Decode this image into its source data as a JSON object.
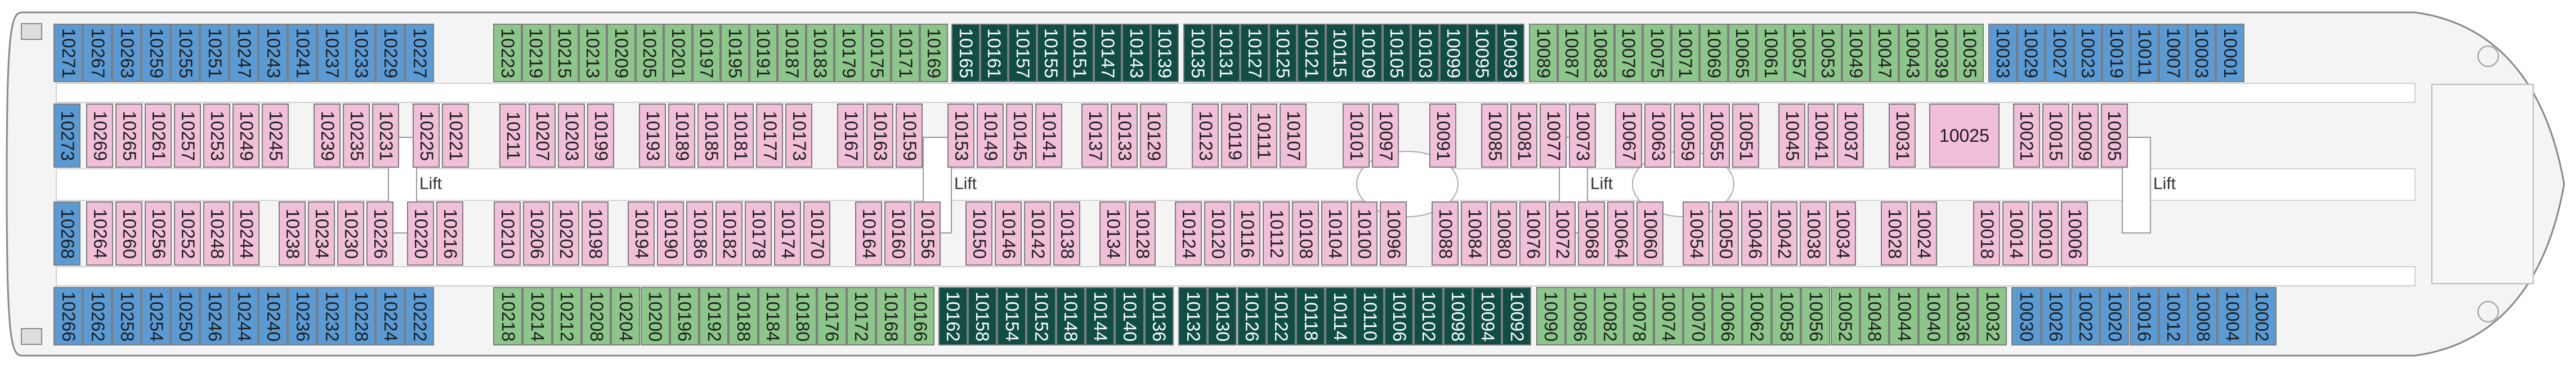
{
  "colors": {
    "blue": "#5b9bd5",
    "green": "#8dc68a",
    "pink": "#f2bfd9",
    "dark": "#0f4d45",
    "hull": "#f4f4f4",
    "line": "#7d7d7d"
  },
  "labels": {
    "lift": "Lift"
  },
  "sections": [
    {
      "name": "aft-port",
      "top": [
        {
          "n": "10271",
          "c": "blue"
        },
        {
          "n": "10267",
          "c": "blue",
          "a": true
        },
        {
          "n": "10263",
          "c": "blue"
        },
        {
          "n": "10259",
          "c": "blue"
        },
        {
          "n": "10255",
          "c": "blue"
        },
        {
          "n": "10251",
          "c": "blue"
        },
        {
          "n": "10247",
          "c": "blue"
        },
        {
          "n": "10243",
          "c": "blue"
        },
        {
          "n": "10241",
          "c": "blue"
        },
        {
          "n": "10237",
          "c": "blue"
        },
        {
          "n": "10233",
          "c": "blue"
        },
        {
          "n": "10229",
          "c": "blue",
          "a": true
        },
        {
          "n": "10227",
          "c": "blue"
        }
      ],
      "bottom": [
        {
          "n": "10266",
          "c": "blue"
        },
        {
          "n": "10262",
          "c": "blue",
          "a": true
        },
        {
          "n": "10258",
          "c": "blue"
        },
        {
          "n": "10254",
          "c": "blue"
        },
        {
          "n": "10250",
          "c": "blue"
        },
        {
          "n": "10246",
          "c": "blue"
        },
        {
          "n": "10244",
          "c": "blue"
        },
        {
          "n": "10240",
          "c": "blue"
        },
        {
          "n": "10236",
          "c": "blue"
        },
        {
          "n": "10232",
          "c": "blue"
        },
        {
          "n": "10228",
          "c": "blue"
        },
        {
          "n": "10224",
          "c": "blue"
        },
        {
          "n": "10222",
          "c": "blue"
        }
      ]
    }
  ],
  "top_balconies": [
    {
      "n": "10223",
      "c": "green"
    },
    {
      "n": "10219",
      "c": "green"
    },
    {
      "n": "10215",
      "c": "green"
    },
    {
      "n": "10213",
      "c": "green"
    },
    {
      "n": "10209",
      "c": "green"
    },
    {
      "n": "10205",
      "c": "green"
    },
    {
      "n": "10201",
      "c": "green"
    },
    {
      "n": "10197",
      "c": "green"
    },
    {
      "n": "10195",
      "c": "green"
    },
    {
      "n": "10191",
      "c": "green"
    },
    {
      "n": "10187",
      "c": "green"
    },
    {
      "n": "10183",
      "c": "green"
    },
    {
      "n": "10179",
      "c": "green"
    },
    {
      "n": "10175",
      "c": "green"
    },
    {
      "n": "10171",
      "c": "green"
    },
    {
      "n": "10169",
      "c": "green"
    },
    {
      "n": "10165",
      "c": "dark",
      "a": true
    },
    {
      "n": "10161",
      "c": "dark",
      "a": true
    },
    {
      "n": "10157",
      "c": "dark",
      "a": true
    },
    {
      "n": "10155",
      "c": "dark",
      "a": true
    },
    {
      "n": "10151",
      "c": "dark",
      "a": true
    },
    {
      "n": "10147",
      "c": "dark",
      "a": true
    },
    {
      "n": "10143",
      "c": "dark",
      "a": true
    },
    {
      "n": "10139",
      "c": "dark",
      "a": true
    },
    {
      "n": "10135",
      "c": "dark"
    },
    {
      "n": "10131",
      "c": "dark"
    },
    {
      "n": "10127",
      "c": "dark"
    },
    {
      "n": "10125",
      "c": "dark"
    },
    {
      "n": "10121",
      "c": "dark"
    },
    {
      "n": "10115",
      "c": "dark"
    },
    {
      "n": "10109",
      "c": "dark"
    },
    {
      "n": "10105",
      "c": "dark"
    },
    {
      "n": "10103",
      "c": "dark"
    },
    {
      "n": "10099",
      "c": "dark"
    },
    {
      "n": "10095",
      "c": "dark"
    },
    {
      "n": "10093",
      "c": "dark"
    },
    {
      "n": "10089",
      "c": "green"
    },
    {
      "n": "10087",
      "c": "green"
    },
    {
      "n": "10083",
      "c": "green"
    },
    {
      "n": "10079",
      "c": "green"
    },
    {
      "n": "10075",
      "c": "green"
    },
    {
      "n": "10071",
      "c": "green"
    },
    {
      "n": "10069",
      "c": "green"
    },
    {
      "n": "10065",
      "c": "green"
    },
    {
      "n": "10061",
      "c": "green"
    },
    {
      "n": "10057",
      "c": "green"
    },
    {
      "n": "10053",
      "c": "green"
    },
    {
      "n": "10049",
      "c": "green"
    },
    {
      "n": "10047",
      "c": "green"
    },
    {
      "n": "10043",
      "c": "green"
    },
    {
      "n": "10039",
      "c": "green"
    },
    {
      "n": "10035",
      "c": "green"
    },
    {
      "n": "10033",
      "c": "blue"
    },
    {
      "n": "10029",
      "c": "blue"
    },
    {
      "n": "10027",
      "c": "blue"
    },
    {
      "n": "10023",
      "c": "blue"
    },
    {
      "n": "10019",
      "c": "blue"
    },
    {
      "n": "10011",
      "c": "blue",
      "a": true
    },
    {
      "n": "10007",
      "c": "blue",
      "a": true
    },
    {
      "n": "10003",
      "c": "blue"
    },
    {
      "n": "10001",
      "c": "blue"
    }
  ],
  "bottom_balconies": [
    {
      "n": "10218",
      "c": "green"
    },
    {
      "n": "10214",
      "c": "green"
    },
    {
      "n": "10212",
      "c": "green"
    },
    {
      "n": "10208",
      "c": "green"
    },
    {
      "n": "10204",
      "c": "green"
    },
    {
      "n": "10200",
      "c": "green"
    },
    {
      "n": "10196",
      "c": "green"
    },
    {
      "n": "10192",
      "c": "green"
    },
    {
      "n": "10188",
      "c": "green"
    },
    {
      "n": "10184",
      "c": "green"
    },
    {
      "n": "10180",
      "c": "green"
    },
    {
      "n": "10176",
      "c": "green"
    },
    {
      "n": "10172",
      "c": "green"
    },
    {
      "n": "10168",
      "c": "green"
    },
    {
      "n": "10166",
      "c": "green"
    },
    {
      "n": "10162",
      "c": "dark",
      "a": true
    },
    {
      "n": "10158",
      "c": "dark",
      "a": true
    },
    {
      "n": "10154",
      "c": "dark",
      "a": true
    },
    {
      "n": "10152",
      "c": "dark",
      "a": true
    },
    {
      "n": "10148",
      "c": "dark",
      "a": true
    },
    {
      "n": "10144",
      "c": "dark",
      "a": true
    },
    {
      "n": "10140",
      "c": "dark",
      "a": true
    },
    {
      "n": "10136",
      "c": "dark",
      "a": true
    },
    {
      "n": "10132",
      "c": "dark"
    },
    {
      "n": "10130",
      "c": "dark"
    },
    {
      "n": "10126",
      "c": "dark"
    },
    {
      "n": "10122",
      "c": "dark"
    },
    {
      "n": "10118",
      "c": "dark"
    },
    {
      "n": "10114",
      "c": "dark"
    },
    {
      "n": "10110",
      "c": "dark"
    },
    {
      "n": "10106",
      "c": "dark"
    },
    {
      "n": "10102",
      "c": "dark"
    },
    {
      "n": "10098",
      "c": "dark"
    },
    {
      "n": "10094",
      "c": "dark"
    },
    {
      "n": "10092",
      "c": "dark"
    },
    {
      "n": "10090",
      "c": "green"
    },
    {
      "n": "10086",
      "c": "green"
    },
    {
      "n": "10082",
      "c": "green"
    },
    {
      "n": "10078",
      "c": "green"
    },
    {
      "n": "10074",
      "c": "green"
    },
    {
      "n": "10070",
      "c": "green"
    },
    {
      "n": "10066",
      "c": "green"
    },
    {
      "n": "10062",
      "c": "green"
    },
    {
      "n": "10058",
      "c": "green"
    },
    {
      "n": "10056",
      "c": "green"
    },
    {
      "n": "10052",
      "c": "green"
    },
    {
      "n": "10048",
      "c": "green"
    },
    {
      "n": "10044",
      "c": "green"
    },
    {
      "n": "10040",
      "c": "green"
    },
    {
      "n": "10036",
      "c": "green"
    },
    {
      "n": "10032",
      "c": "green"
    },
    {
      "n": "10030",
      "c": "blue"
    },
    {
      "n": "10026",
      "c": "blue"
    },
    {
      "n": "10022",
      "c": "blue"
    },
    {
      "n": "10020",
      "c": "blue"
    },
    {
      "n": "10016",
      "c": "blue"
    },
    {
      "n": "10012",
      "c": "blue"
    },
    {
      "n": "10008",
      "c": "blue"
    },
    {
      "n": "10004",
      "c": "blue"
    },
    {
      "n": "10002",
      "c": "blue"
    }
  ],
  "inner_top": [
    {
      "n": "10273",
      "c": "blue"
    },
    {
      "n": "10269",
      "c": "pink"
    },
    {
      "n": "10265",
      "c": "pink"
    },
    {
      "n": "10261",
      "c": "pink"
    },
    {
      "n": "10257",
      "c": "pink"
    },
    {
      "n": "10253",
      "c": "pink"
    },
    {
      "n": "10249",
      "c": "pink"
    },
    {
      "n": "10245",
      "c": "pink"
    },
    {
      "n": "10239",
      "c": "pink"
    },
    {
      "n": "10235",
      "c": "pink"
    },
    {
      "n": "10231",
      "c": "pink"
    },
    {
      "n": "10225",
      "c": "pink",
      "a": true
    },
    {
      "n": "10221",
      "c": "pink"
    },
    {
      "n": "10211",
      "c": "pink"
    },
    {
      "n": "10207",
      "c": "pink"
    },
    {
      "n": "10203",
      "c": "pink"
    },
    {
      "n": "10199",
      "c": "pink"
    },
    {
      "n": "10193",
      "c": "pink"
    },
    {
      "n": "10189",
      "c": "pink"
    },
    {
      "n": "10185",
      "c": "pink"
    },
    {
      "n": "10181",
      "c": "pink"
    },
    {
      "n": "10177",
      "c": "pink"
    },
    {
      "n": "10173",
      "c": "pink",
      "a": true
    },
    {
      "n": "10167",
      "c": "pink"
    },
    {
      "n": "10163",
      "c": "pink"
    },
    {
      "n": "10159",
      "c": "pink"
    },
    {
      "n": "10153",
      "c": "pink"
    },
    {
      "n": "10149",
      "c": "pink"
    },
    {
      "n": "10145",
      "c": "pink"
    },
    {
      "n": "10141",
      "c": "pink"
    },
    {
      "n": "10137",
      "c": "pink",
      "a": true
    },
    {
      "n": "10133",
      "c": "pink"
    },
    {
      "n": "10129",
      "c": "pink"
    },
    {
      "n": "10123",
      "c": "pink"
    },
    {
      "n": "10119",
      "c": "pink"
    },
    {
      "n": "10111",
      "c": "pink"
    },
    {
      "n": "10107",
      "c": "pink"
    },
    {
      "n": "10101",
      "c": "pink"
    },
    {
      "n": "10097",
      "c": "pink",
      "a": true
    },
    {
      "n": "10091",
      "c": "pink",
      "a": true
    },
    {
      "n": "10085",
      "c": "pink"
    },
    {
      "n": "10081",
      "c": "pink"
    },
    {
      "n": "10077",
      "c": "pink"
    },
    {
      "n": "10073",
      "c": "pink"
    },
    {
      "n": "10067",
      "c": "pink"
    },
    {
      "n": "10063",
      "c": "pink"
    },
    {
      "n": "10059",
      "c": "pink"
    },
    {
      "n": "10055",
      "c": "pink"
    },
    {
      "n": "10051",
      "c": "pink"
    },
    {
      "n": "10045",
      "c": "pink"
    },
    {
      "n": "10041",
      "c": "pink"
    },
    {
      "n": "10037",
      "c": "pink",
      "a": true
    },
    {
      "n": "10031",
      "c": "pink"
    },
    {
      "n": "10025",
      "c": "pink",
      "h": true
    },
    {
      "n": "10021",
      "c": "pink"
    },
    {
      "n": "10015",
      "c": "pink"
    },
    {
      "n": "10009",
      "c": "pink"
    },
    {
      "n": "10005",
      "c": "pink"
    }
  ],
  "inner_bottom": [
    {
      "n": "10268",
      "c": "blue"
    },
    {
      "n": "10264",
      "c": "pink"
    },
    {
      "n": "10260",
      "c": "pink"
    },
    {
      "n": "10256",
      "c": "pink"
    },
    {
      "n": "10252",
      "c": "pink"
    },
    {
      "n": "10248",
      "c": "pink"
    },
    {
      "n": "10244",
      "c": "pink"
    },
    {
      "n": "10238",
      "c": "pink"
    },
    {
      "n": "10234",
      "c": "pink"
    },
    {
      "n": "10230",
      "c": "pink"
    },
    {
      "n": "10226",
      "c": "pink"
    },
    {
      "n": "10220",
      "c": "pink",
      "a": true
    },
    {
      "n": "10216",
      "c": "pink"
    },
    {
      "n": "10210",
      "c": "pink"
    },
    {
      "n": "10206",
      "c": "pink"
    },
    {
      "n": "10202",
      "c": "pink"
    },
    {
      "n": "10198",
      "c": "pink"
    },
    {
      "n": "10194",
      "c": "pink"
    },
    {
      "n": "10190",
      "c": "pink"
    },
    {
      "n": "10186",
      "c": "pink"
    },
    {
      "n": "10182",
      "c": "pink"
    },
    {
      "n": "10178",
      "c": "pink"
    },
    {
      "n": "10174",
      "c": "pink"
    },
    {
      "n": "10170",
      "c": "pink",
      "a": true
    },
    {
      "n": "10164",
      "c": "pink"
    },
    {
      "n": "10160",
      "c": "pink"
    },
    {
      "n": "10156",
      "c": "pink"
    },
    {
      "n": "10150",
      "c": "pink"
    },
    {
      "n": "10146",
      "c": "pink"
    },
    {
      "n": "10142",
      "c": "pink"
    },
    {
      "n": "10138",
      "c": "pink"
    },
    {
      "n": "10134",
      "c": "pink",
      "a": true
    },
    {
      "n": "10128",
      "c": "pink"
    },
    {
      "n": "10124",
      "c": "pink"
    },
    {
      "n": "10120",
      "c": "pink"
    },
    {
      "n": "10116",
      "c": "pink"
    },
    {
      "n": "10112",
      "c": "pink"
    },
    {
      "n": "10108",
      "c": "pink"
    },
    {
      "n": "10104",
      "c": "pink"
    },
    {
      "n": "10100",
      "c": "pink"
    },
    {
      "n": "10096",
      "c": "pink",
      "a": true
    },
    {
      "n": "10088",
      "c": "pink",
      "a": true
    },
    {
      "n": "10084",
      "c": "pink"
    },
    {
      "n": "10080",
      "c": "pink"
    },
    {
      "n": "10076",
      "c": "pink"
    },
    {
      "n": "10072",
      "c": "pink"
    },
    {
      "n": "10068",
      "c": "pink"
    },
    {
      "n": "10064",
      "c": "pink"
    },
    {
      "n": "10060",
      "c": "pink"
    },
    {
      "n": "10054",
      "c": "pink"
    },
    {
      "n": "10050",
      "c": "pink"
    },
    {
      "n": "10046",
      "c": "pink"
    },
    {
      "n": "10042",
      "c": "pink"
    },
    {
      "n": "10038",
      "c": "pink"
    },
    {
      "n": "10034",
      "c": "pink",
      "a": true
    },
    {
      "n": "10028",
      "c": "pink"
    },
    {
      "n": "10024",
      "c": "pink"
    },
    {
      "n": "10018",
      "c": "pink",
      "a": true
    },
    {
      "n": "10014",
      "c": "pink"
    },
    {
      "n": "10010",
      "c": "pink"
    },
    {
      "n": "10006",
      "c": "pink"
    }
  ]
}
